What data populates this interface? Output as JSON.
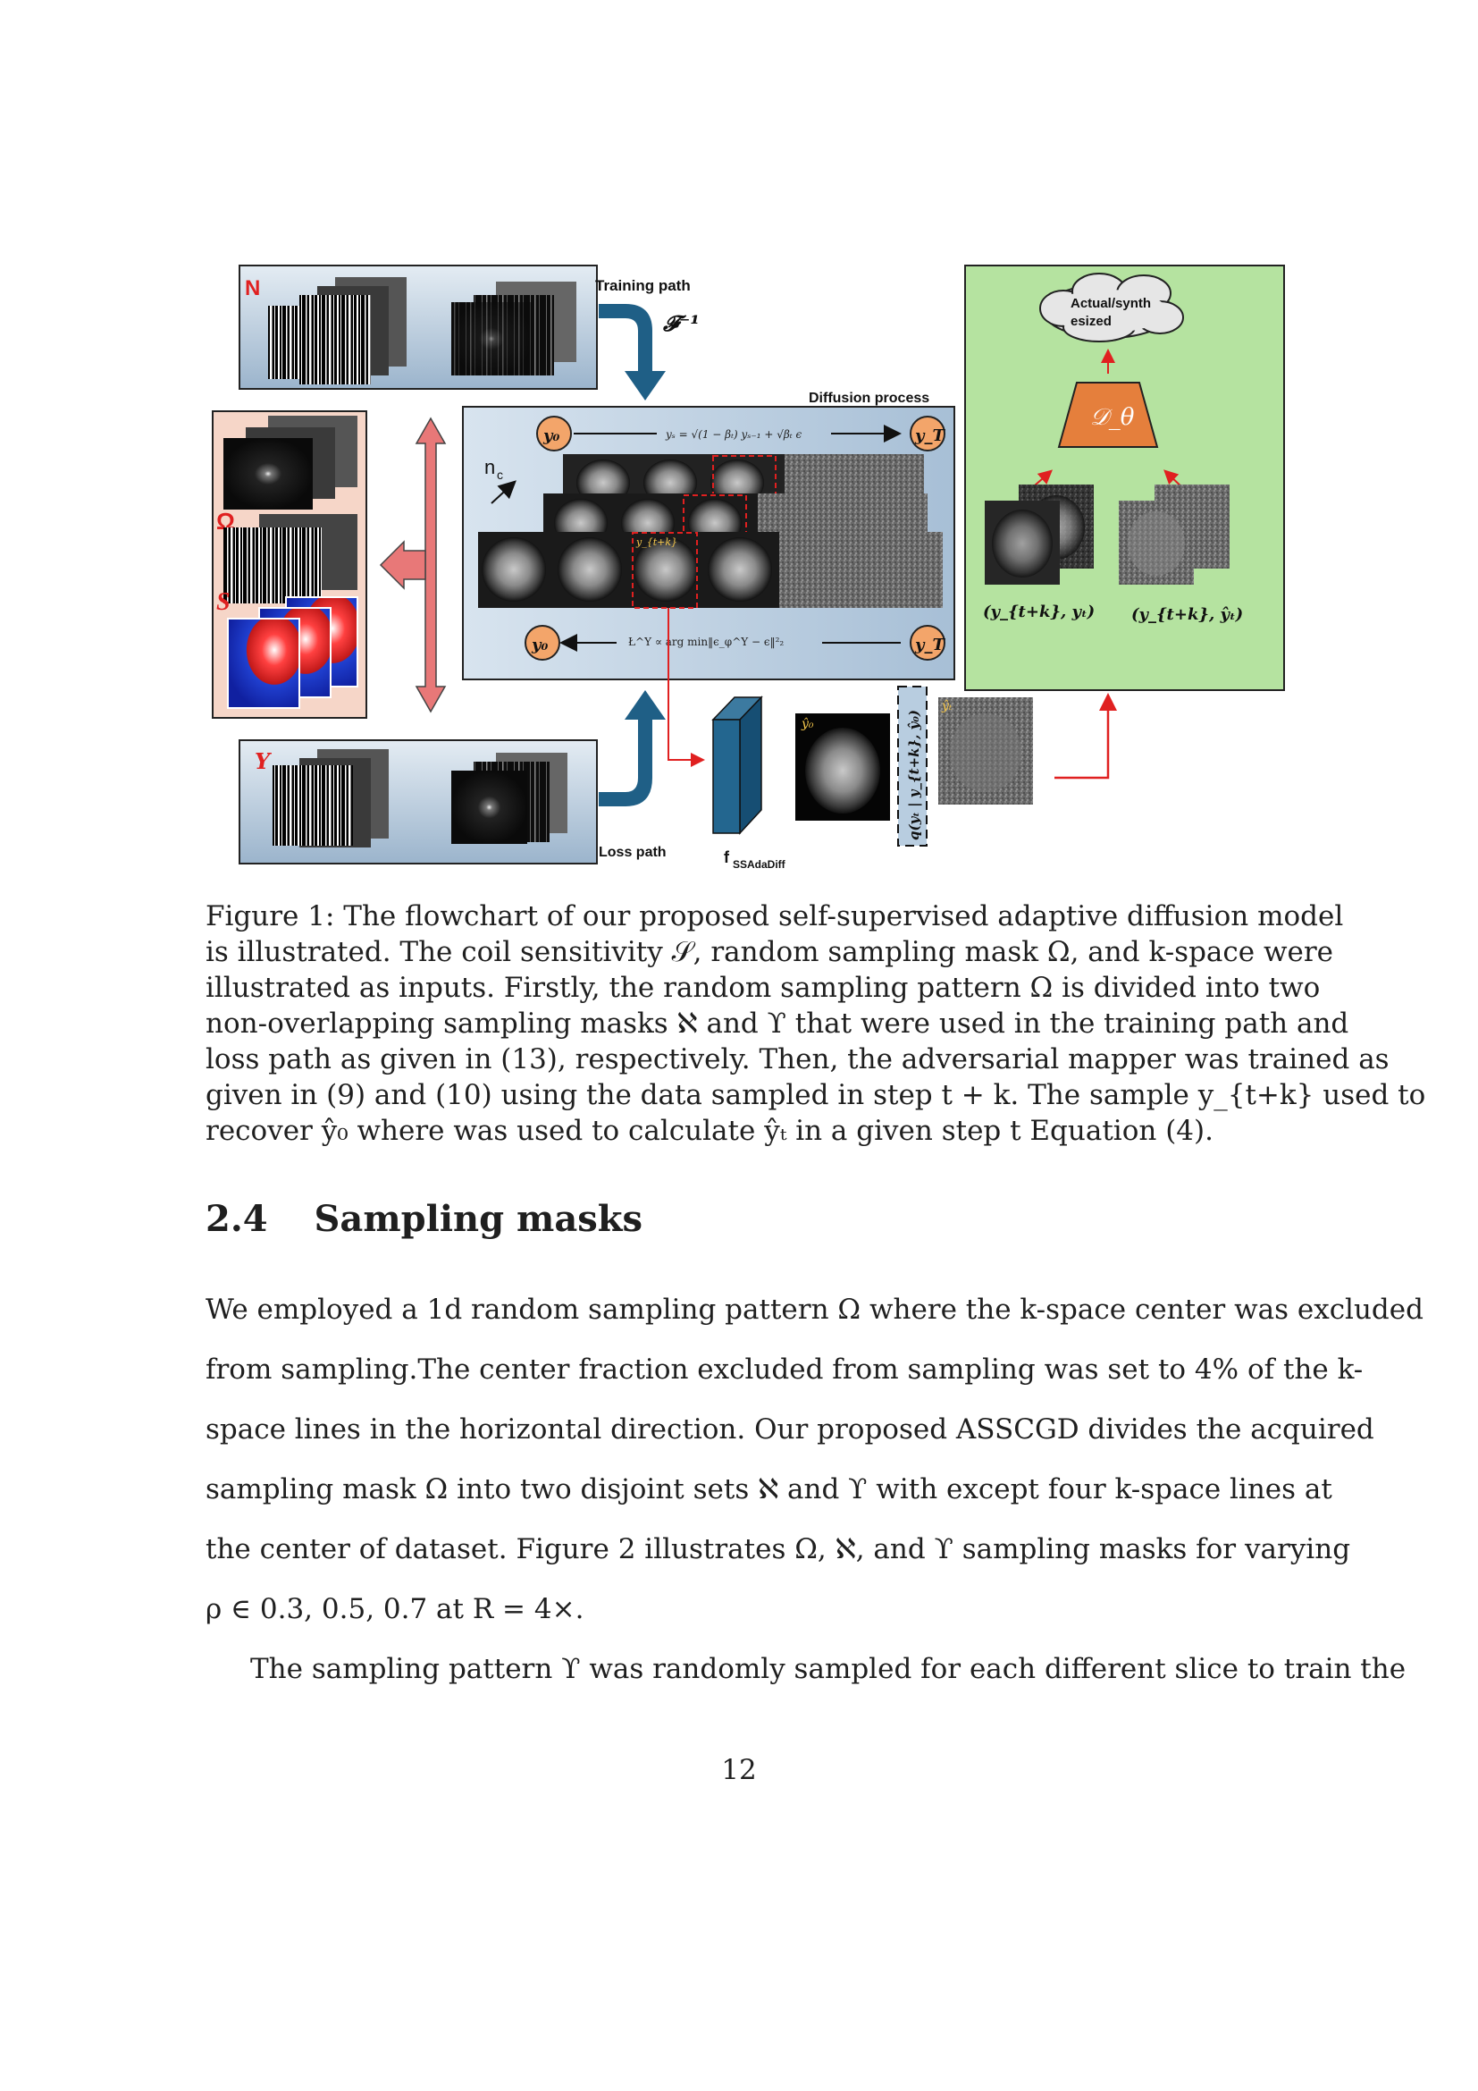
{
  "figure": {
    "labels": {
      "mask_n": "N",
      "mask_omega": "Ω",
      "mask_s": "S",
      "mask_upsilon": "Υ",
      "training_path": "Training path",
      "inverse_fourier": "𝓕⁻¹",
      "diffusion_process": "Diffusion process",
      "y0": "y₀",
      "yT": "y_T",
      "forward_eq": "yₛ = √(1 − βₜ) yₛ₋₁ + √βₜ ϵ",
      "loss_eq": "Ł^Υ ∝ arg min‖ϵ_φ^Υ − ϵ‖²₂",
      "nc": "n",
      "nc_sub": "c",
      "ytk_tag": "y_{t+k}",
      "loss_path": "Loss path",
      "f_label": "f",
      "f_sub": "SSAdaDiff",
      "y0_hat_tag": "ŷ₀",
      "yt_hat_tag": "ŷₜ",
      "q_label": "q(yₜ | y_{t+k}, ŷ₀)",
      "actual_synth": "Actual/synth esized",
      "discriminator": "𝒟_θ",
      "pair_real": "(y_{t+k}, yₜ)",
      "pair_fake": "(y_{t+k}, ŷₜ)"
    }
  },
  "caption": {
    "lines": [
      "Figure 1:  The flowchart of our proposed self-supervised adaptive diffusion model",
      "is illustrated.  The coil sensitivity 𝒮, random sampling mask Ω, and k-space were",
      "illustrated as inputs.  Firstly, the random sampling pattern Ω is divided into two",
      "non-overlapping sampling masks ℵ and ϒ that were used in the training path and",
      "loss path as given in (13), respectively. Then, the adversarial mapper was trained as",
      "given in (9) and (10) using the data sampled in step t + k. The sample y_{t+k} used to",
      "recover ŷ₀ where was used to calculate ŷₜ in a given step t Equation (4)."
    ]
  },
  "section": {
    "number": "2.4",
    "title": "Sampling masks"
  },
  "body": {
    "lines": [
      "We employed a 1d random sampling pattern Ω where the k-space center was excluded",
      "from sampling.The center fraction excluded from sampling was set to 4% of the k-",
      "space lines in the horizontal direction. Our proposed ASSCGD divides the acquired",
      "sampling mask Ω into two disjoint sets ℵ and ϒ with except four k-space lines at",
      "the center of dataset.  Figure 2 illustrates Ω, ℵ, and ϒ sampling masks for varying",
      "ρ ∈ 0.3, 0.5, 0.7 at R = 4×."
    ],
    "indent_line": "The sampling pattern ϒ was randomly sampled for each different slice to train the"
  },
  "page_number": "12",
  "colors": {
    "path_arrow": "#1f5f86",
    "red_arrow": "#e02020",
    "pink_arrow": "#e87878",
    "green_panel": "#b5e3a0",
    "blue_panel": "#b8cde0",
    "orange_node": "#f3a56a",
    "discriminator": "#e57f3c"
  }
}
